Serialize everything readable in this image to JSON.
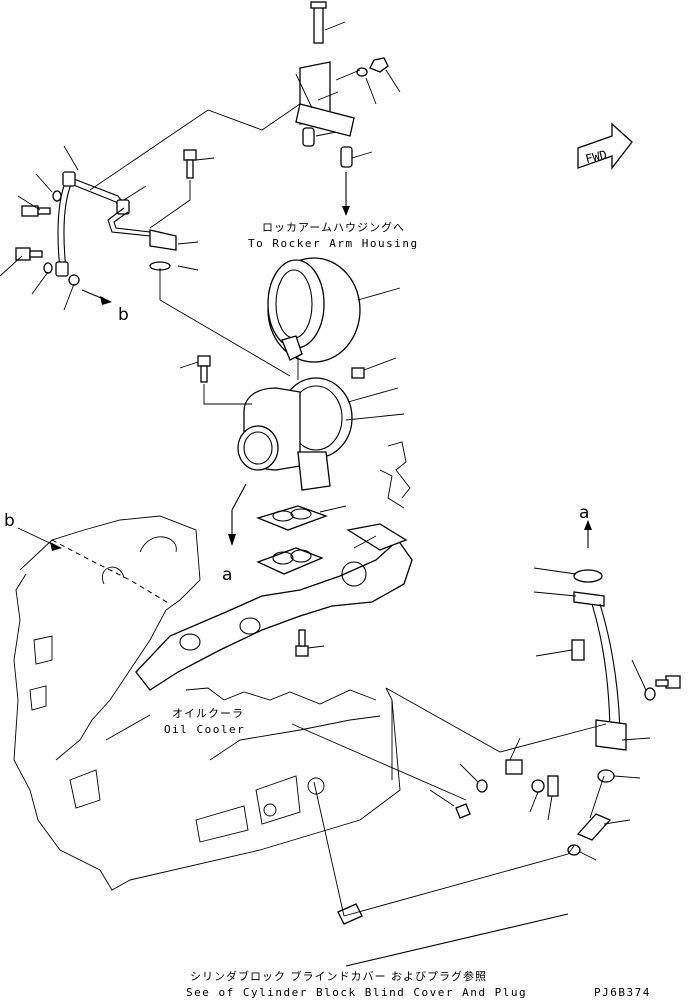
{
  "fwd_label": "FWD",
  "notes": {
    "rocker_jp": "ロッカアームハウジングへ",
    "rocker_en": "To Rocker Arm Housing",
    "oilcooler_jp": "オイルクーラ",
    "oilcooler_en": "Oil Cooler",
    "blindcover_jp": "シリンダブロック ブラインドカバー およびプラグ参照",
    "blindcover_en": "See of Cylinder Block Blind Cover And Plug"
  },
  "refs": {
    "a_top": "a",
    "a_right": "a",
    "b_top": "b",
    "b_left": "b"
  },
  "drawing_code": "PJ6B374"
}
